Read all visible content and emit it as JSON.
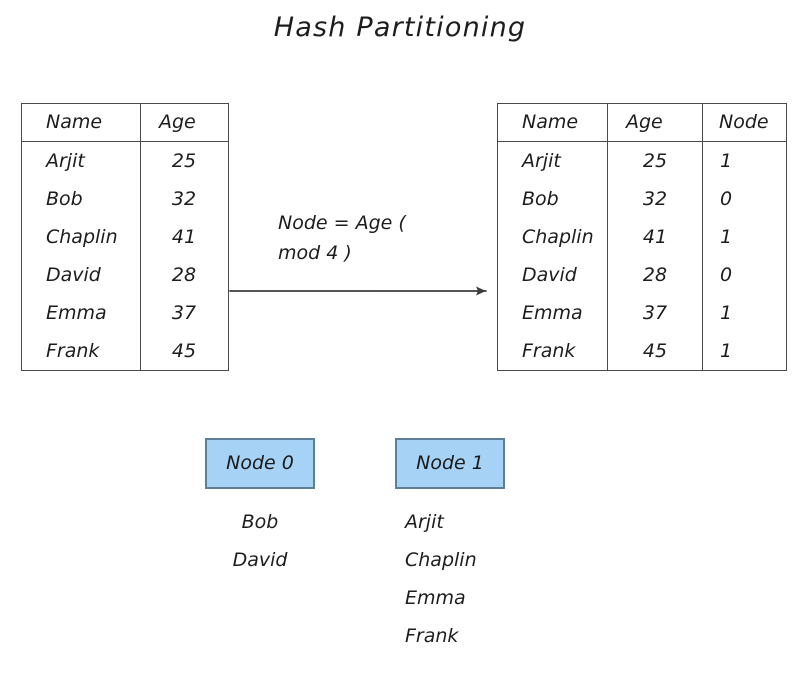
{
  "title": "Hash Partitioning",
  "source_table": {
    "name": "source-table",
    "columns": [
      "Name",
      "Age"
    ],
    "rows": [
      [
        "Arjit",
        "25"
      ],
      [
        "Bob",
        "32"
      ],
      [
        "Chaplin",
        "41"
      ],
      [
        "David",
        "28"
      ],
      [
        "Emma",
        "37"
      ],
      [
        "Frank",
        "45"
      ]
    ]
  },
  "transform": {
    "formula": "Node = Age (\nmod 4 )",
    "arrow": "arrow-right"
  },
  "result_table": {
    "name": "result-table",
    "columns": [
      "Name",
      "Age",
      "Node"
    ],
    "rows": [
      [
        "Arjit",
        "25",
        "1"
      ],
      [
        "Bob",
        "32",
        "0"
      ],
      [
        "Chaplin",
        "41",
        "1"
      ],
      [
        "David",
        "28",
        "0"
      ],
      [
        "Emma",
        "37",
        "1"
      ],
      [
        "Frank",
        "45",
        "1"
      ]
    ]
  },
  "partitions": [
    {
      "label": "Node 0",
      "members": [
        "Bob",
        "David"
      ]
    },
    {
      "label": "Node 1",
      "members": [
        "Arjit",
        "Chaplin",
        "Emma",
        "Frank"
      ]
    }
  ],
  "colors": {
    "node_box_fill": "#a5d2f5",
    "node_box_border": "#5c7f96",
    "table_border": "#4a4a4a",
    "text": "#1d1d1d",
    "background": "#ffffff"
  }
}
